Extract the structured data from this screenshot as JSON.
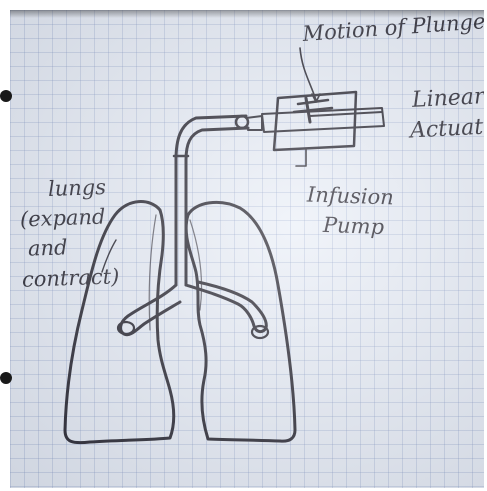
{
  "labels": {
    "motion": "Motion of Plunger",
    "linear_line1": "Linear",
    "linear_line2": "Actuator",
    "infusion_line1": "Infusion",
    "infusion_line2": "Pump",
    "lungs_line1": "lungs",
    "lungs_line2": "(expand",
    "lungs_line3": "and",
    "lungs_line4": "contract)"
  },
  "colors": {
    "ink": "#1c1a24",
    "paper": "#e9eef7",
    "grid": "#8c9cc4"
  }
}
